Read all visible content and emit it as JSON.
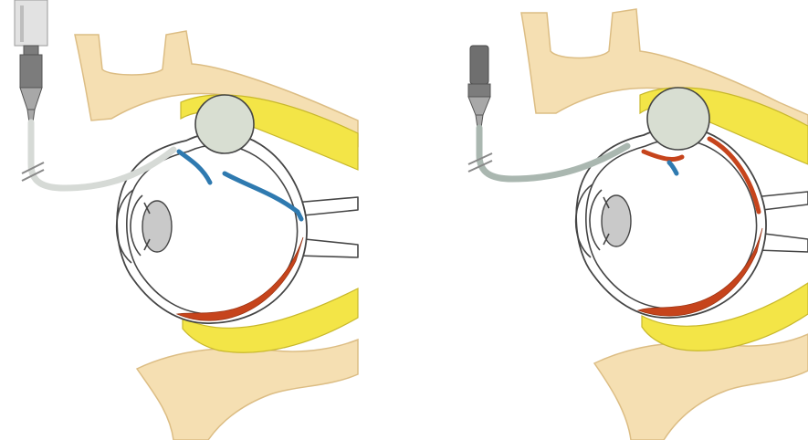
{
  "colors": {
    "bone": "#f5dfb2",
    "bone_edge": "#dcbd84",
    "bone_dots": "#c4a06a",
    "yellow_band": "#f3e547",
    "yellow_edge": "#c8b82c",
    "outline": "#454545",
    "lens_light": "#f4f6f0",
    "lens_dark": "#aab3a4",
    "iris": "#c9c9c9",
    "detachment_red": "#c6441c",
    "fold_blue": "#2f7ab0",
    "syringe_body": "#e2e2e2",
    "syringe_dark": "#7c7c7c",
    "tube": "#d6dad6",
    "tube_right": "#aab7b0",
    "background": "#ffffff"
  },
  "panels": [
    {
      "id": "before",
      "elements": [
        "syringe-full",
        "tube",
        "gas-bubble",
        "retinal-detachment-red",
        "retinal-folds-blue"
      ]
    },
    {
      "id": "after",
      "elements": [
        "syringe-short",
        "tube",
        "gas-bubble",
        "retinal-detachment-red",
        "small-fold-blue"
      ]
    }
  ]
}
